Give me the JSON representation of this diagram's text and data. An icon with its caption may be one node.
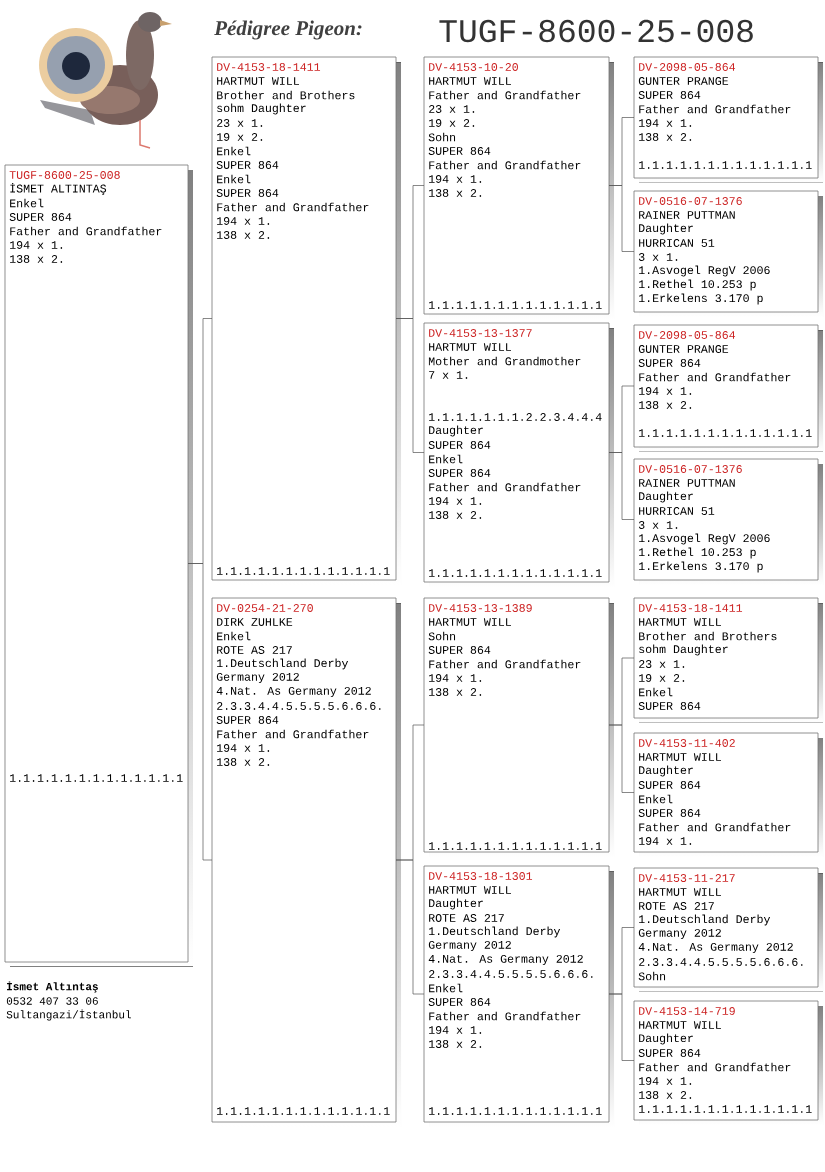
{
  "diagram": {
    "title": "Pédigree Pigeon:",
    "nodes": [
      {
        "text": [
          "TUGF-8600-25-008",
          "İSMET ALTINTAŞ",
          "Enkel",
          "SUPER 864",
          "Father and Grandfather",
          "194 x 1.",
          "138 x 2.",
          "1.1.1.1.1.1.1.1.1.1.1.1.1"
        ]
      },
      {
        "text": [
          "DV-4153-18-1411",
          "HARTMUT WILL",
          "Brother and Brothers",
          "sohm Daughter",
          "23 x 1.",
          "19 x 2.",
          "Enkel",
          "SUPER 864",
          "Enkel",
          "SUPER 864",
          "Father and Grandfather",
          "194 x 1.",
          "138 x 2.",
          "1.1.1.1.1.1.1.1.1.1.1.1.1"
        ]
      },
      {
        "text": [
          "DV-0254-21-270",
          "DIRK ZUHLKE",
          "Enkel",
          "ROTE AS 217",
          "1.Deutschland Derby",
          "Germany 2012",
          "4.Nat. As Germany 2012",
          "2.3.3.4.4.5.5.5.5.6.6.6.",
          "SUPER 864",
          "Father and Grandfather",
          "194 x 1.",
          "138 x 2.",
          "1.1.1.1.1.1.1.1.1.1.1.1.1"
        ]
      },
      {
        "text": [
          "DV-4153-10-20",
          "HARTMUT WILL",
          "Father and Grandfather",
          "23 x 1.",
          "19 x 2.",
          "Sohn",
          "SUPER 864",
          "Father and Grandfather",
          "194 x 1.",
          "138 x 2.",
          "1.1.1.1.1.1.1.1.1.1.1.1.1"
        ]
      },
      {
        "text": [
          "DV-4153-13-1377",
          "HARTMUT WILL",
          "Mother and Grandmother",
          "7 x 1.",
          "1.1.1.1.1.1.1.2.2.3.4.4.4",
          "Daughter",
          "SUPER 864",
          "Enkel",
          "SUPER 864",
          "Father and Grandfather",
          "194 x 1.",
          "138 x 2.",
          "1.1.1.1.1.1.1.1.1.1.1.1.1"
        ]
      },
      {
        "text": [
          "DV-4153-13-1389",
          "HARTMUT WILL",
          "Sohn",
          "SUPER 864",
          "Father and Grandfather",
          "194 x 1.",
          "138 x 2.",
          "1.1.1.1.1.1.1.1.1.1.1.1.1"
        ]
      },
      {
        "text": [
          "DV-4153-18-1301",
          "HARTMUT WILL",
          "Daughter",
          "ROTE AS 217",
          "1.Deutschland Derby",
          "Germany 2012",
          "4.Nat. As Germany 2012",
          "2.3.3.4.4.5.5.5.5.6.6.6.",
          "Enkel",
          "SUPER 864",
          "Father and Grandfather",
          "194 x 1.",
          "138 x 2.",
          "1.1.1.1.1.1.1.1.1.1.1.1.1"
        ]
      },
      {
        "text": [
          "DV-2098-05-864",
          "GUNTER PRANGE",
          "SUPER 864",
          "Father and Grandfather",
          "194 x 1.",
          "138 x 2.",
          "1.1.1.1.1.1.1.1.1.1.1.1.1"
        ]
      },
      {
        "text": [
          "DV-0516-07-1376",
          "RAINER PUTTMAN",
          "Daughter",
          "HURRICAN 51",
          "3 x 1.",
          "1.Asvogel RegV 2006",
          "1.Rethel   10.253 p",
          "1.Erkelens  3.170 p"
        ]
      },
      {
        "text": [
          "DV-2098-05-864",
          "GUNTER PRANGE",
          "SUPER 864",
          "Father and Grandfather",
          "194 x 1.",
          "138 x 2.",
          "1.1.1.1.1.1.1.1.1.1.1.1.1"
        ]
      },
      {
        "text": [
          "DV-0516-07-1376",
          "RAINER PUTTMAN",
          "Daughter",
          "HURRICAN 51",
          "3 x 1.",
          "1.Asvogel RegV 2006",
          "1.Rethel   10.253 p",
          "1.Erkelens  3.170 p"
        ]
      },
      {
        "text": [
          "DV-4153-18-1411",
          "HARTMUT WILL",
          "Brother and Brothers",
          "sohm Daughter",
          "23 x 1.",
          "19 x 2.",
          "Enkel",
          "SUPER 864"
        ]
      },
      {
        "text": [
          "DV-4153-11-402",
          "HARTMUT WILL",
          "Daughter",
          "SUPER 864",
          "Enkel",
          "SUPER 864",
          "Father and Grandfather",
          "194 x 1."
        ]
      },
      {
        "text": [
          "DV-4153-11-217",
          "HARTMUT WILL",
          "ROTE AS 217",
          "1.Deutschland Derby",
          "Germany 2012",
          "4.Nat. As Germany 2012",
          "2.3.3.4.4.5.5.5.5.6.6.6.",
          "Sohn"
        ]
      },
      {
        "text": [
          "DV-4153-14-719",
          "HARTMUT WILL",
          "Daughter",
          "SUPER 864",
          "Father and Grandfather",
          "194 x 1.",
          "138 x 2.",
          "1.1.1.1.1.1.1.1.1.1.1.1.1"
        ]
      }
    ],
    "edges": [
      {
        "from": 0,
        "to": 1,
        "arrow": "none"
      },
      {
        "from": 0,
        "to": 2,
        "arrow": "none"
      },
      {
        "from": 1,
        "to": 3,
        "arrow": "none"
      },
      {
        "from": 1,
        "to": 4,
        "arrow": "none"
      },
      {
        "from": 2,
        "to": 5,
        "arrow": "none"
      },
      {
        "from": 2,
        "to": 6,
        "arrow": "none"
      },
      {
        "from": 3,
        "to": 7,
        "arrow": "none"
      },
      {
        "from": 3,
        "to": 8,
        "arrow": "none"
      },
      {
        "from": 4,
        "to": 9,
        "arrow": "none"
      },
      {
        "from": 4,
        "to": 10,
        "arrow": "none"
      },
      {
        "from": 5,
        "to": 11,
        "arrow": "none"
      },
      {
        "from": 5,
        "to": 12,
        "arrow": "none"
      },
      {
        "from": 6,
        "to": 13,
        "arrow": "none"
      },
      {
        "from": 6,
        "to": 14,
        "arrow": "none"
      }
    ],
    "labels": [
      "TUGF-8600-25-008",
      "İsmet Altıntaş",
      "0532 407 33 06",
      "Sultangazi/İstanbul"
    ]
  }
}
